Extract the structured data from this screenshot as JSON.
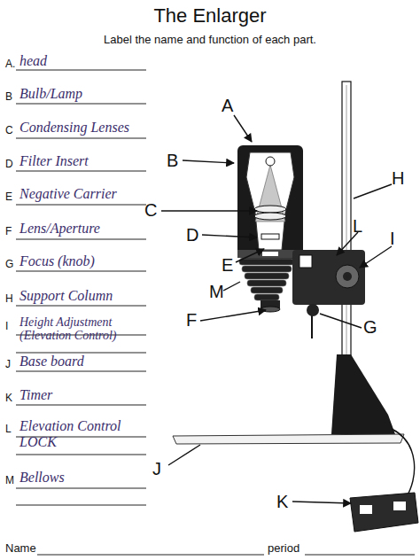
{
  "diagram": {
    "title": "The Enlarger",
    "labels": [
      "Label the name and function of each part.",
      "A.",
      "head",
      "B",
      "Bulb/Lamp",
      "C",
      "Condensing Lenses",
      "D",
      "Filter Insert",
      "E",
      "Negative Carrier",
      "F",
      "Lens/Aperture",
      "G",
      "Focus (knob)",
      "H",
      "Support Column",
      "I",
      "Height Adjustment (Elevation Control)",
      "J",
      "Base board",
      "K",
      "Timer",
      "L",
      "Elevation Control LOCK",
      "M",
      "Bellows",
      "A",
      "B",
      "C",
      "D",
      "E",
      "L",
      "I",
      "H",
      "M",
      "F",
      "G",
      "J",
      "K",
      "Name",
      "period"
    ]
  }
}
